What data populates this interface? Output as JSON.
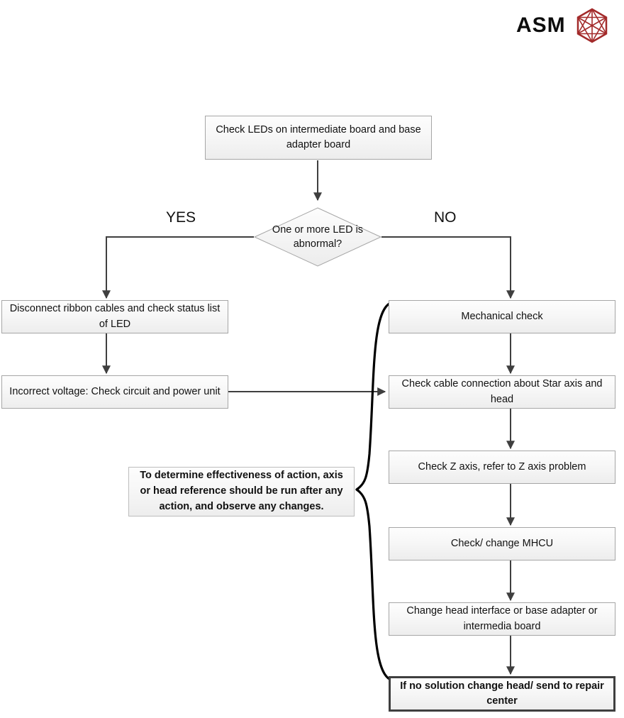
{
  "logo": {
    "wordmark": "ASM",
    "mark_name": "asm-hexagon-logo",
    "mark_color": "#a32b2b"
  },
  "flowchart": {
    "title_node": {
      "label": "Check LEDs on intermediate board and base adapter board"
    },
    "decision": {
      "label": "One or more LED is abnormal?",
      "yes_label": "YES",
      "no_label": "NO"
    },
    "yes_branch": [
      {
        "label": "Disconnect ribbon cables and check status list of LED"
      },
      {
        "label": "Incorrect voltage: Check circuit and power unit"
      }
    ],
    "no_branch": [
      {
        "label": "Mechanical check"
      },
      {
        "label": "Check cable connection about Star axis and head"
      },
      {
        "label": "Check Z axis, refer to Z axis problem"
      },
      {
        "label": "Check/ change MHCU"
      },
      {
        "label": "Change head interface or base adapter or intermedia board"
      },
      {
        "label": "If no solution change head/ send to repair center",
        "emphasis": "bold-outline"
      }
    ],
    "note": {
      "label": "To determine effectiveness of action, axis or head reference should be run after any action, and observe any changes."
    }
  },
  "style": {
    "line_color": "#3f3f3f",
    "brace_color": "#000000",
    "box_border": "#a6a6a6",
    "strong_box_border": "#3f3f3f"
  }
}
